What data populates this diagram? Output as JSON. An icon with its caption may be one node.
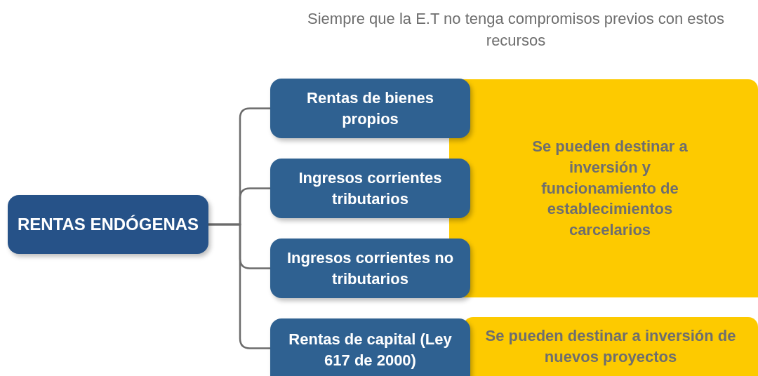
{
  "diagram": {
    "nodes": [
      {
        "text": [
          "RENTAS ENDÓGENAS"
        ]
      },
      {
        "text": [
          "Se pueden destinar a inversión y funcionamiento de establecimientos carcelarios"
        ]
      },
      {
        "text": [
          "Se pueden destinar a inversión de nuevos proyectos"
        ]
      },
      {
        "text": [
          "Rentas de bienes propios"
        ]
      },
      {
        "text": [
          "Ingresos corrientes tributarios"
        ]
      },
      {
        "text": [
          "Ingresos corrientes no tributarios"
        ]
      },
      {
        "text": [
          "Rentas de capital (Ley 617 de 2000)"
        ]
      }
    ],
    "edges": [
      {
        "from": 0,
        "to": 3,
        "arrow": "none"
      },
      {
        "from": 0,
        "to": 4,
        "arrow": "none"
      },
      {
        "from": 0,
        "to": 5,
        "arrow": "none"
      },
      {
        "from": 0,
        "to": 6,
        "arrow": "none"
      }
    ],
    "labels": [
      "Siempre que la E.T no tenga compromisos previos con estos recursos"
    ]
  }
}
